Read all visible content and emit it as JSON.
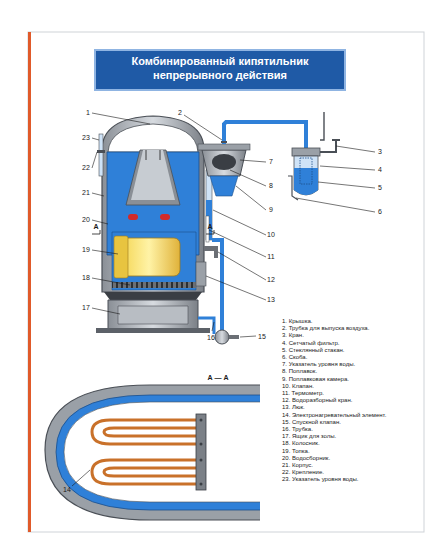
{
  "diagram": {
    "title": "Комбинированный кипятильник непрерывного действия",
    "labels": [
      "1",
      "2",
      "3",
      "4",
      "5",
      "6",
      "7",
      "8",
      "9",
      "10",
      "11",
      "12",
      "13",
      "14",
      "15",
      "16",
      "17",
      "18",
      "19",
      "20",
      "21",
      "22",
      "23",
      "А",
      "А",
      "А — А",
      "1. Крышка.",
      "2. Трубка для выпуска воздуха.",
      "3. Кран.",
      "4. Сетчатый фильтр.",
      "5. Стеклянный стакан.",
      "6. Скоба.",
      "7. Указатель уровня воды.",
      "8. Поплавок.",
      "9. Поплавковая камера.",
      "10. Клапан.",
      "11. Термометр.",
      "12. Водоразборный кран.",
      "13. Люк.",
      "14. Электронагревательный элемент.",
      "15. Спускной клапан.",
      "16. Трубка.",
      "17. Ящик для золы.",
      "18. Колосник.",
      "19. Топка.",
      "20. Водосборник.",
      "21. Корпус.",
      "22. Крепление.",
      "23. Указатель уровня воды."
    ]
  }
}
